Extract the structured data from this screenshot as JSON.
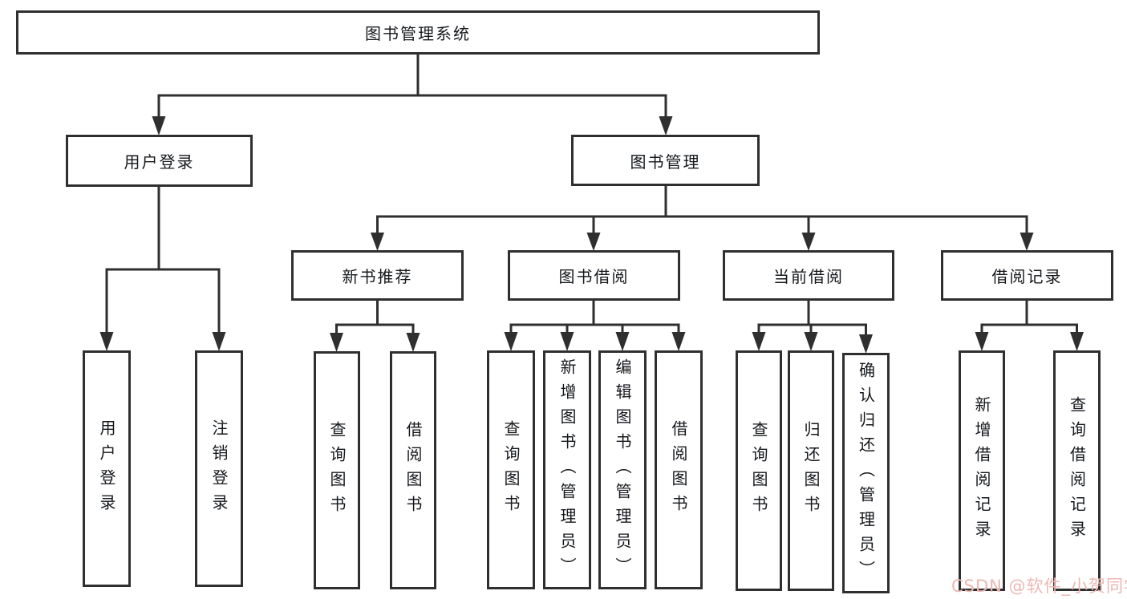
{
  "diagram": {
    "root": {
      "label": "图书管理系统",
      "children": [
        {
          "label": "用户登录",
          "children": [
            {
              "label": "用户登录"
            },
            {
              "label": "注销登录"
            }
          ]
        },
        {
          "label": "图书管理",
          "children": [
            {
              "label": "新书推荐",
              "children": [
                {
                  "label": "查询图书"
                },
                {
                  "label": "借阅图书"
                }
              ]
            },
            {
              "label": "图书借阅",
              "children": [
                {
                  "label": "查询图书"
                },
                {
                  "label": "新增图书（管理员）"
                },
                {
                  "label": "编辑图书（管理员）"
                },
                {
                  "label": "借阅图书"
                }
              ]
            },
            {
              "label": "当前借阅",
              "children": [
                {
                  "label": "查询图书"
                },
                {
                  "label": "归还图书"
                },
                {
                  "label": "确认归还（管理员）"
                }
              ]
            },
            {
              "label": "借阅记录",
              "children": [
                {
                  "label": "新增借阅记录"
                },
                {
                  "label": "查询借阅记录"
                }
              ]
            }
          ]
        }
      ]
    },
    "colors": {
      "line": "#2f2f2f",
      "text": "#15181c",
      "background": "#ffffff"
    }
  },
  "watermark": {
    "text": "CSDN @软件_小贺同学",
    "color": "#edb7b2"
  }
}
